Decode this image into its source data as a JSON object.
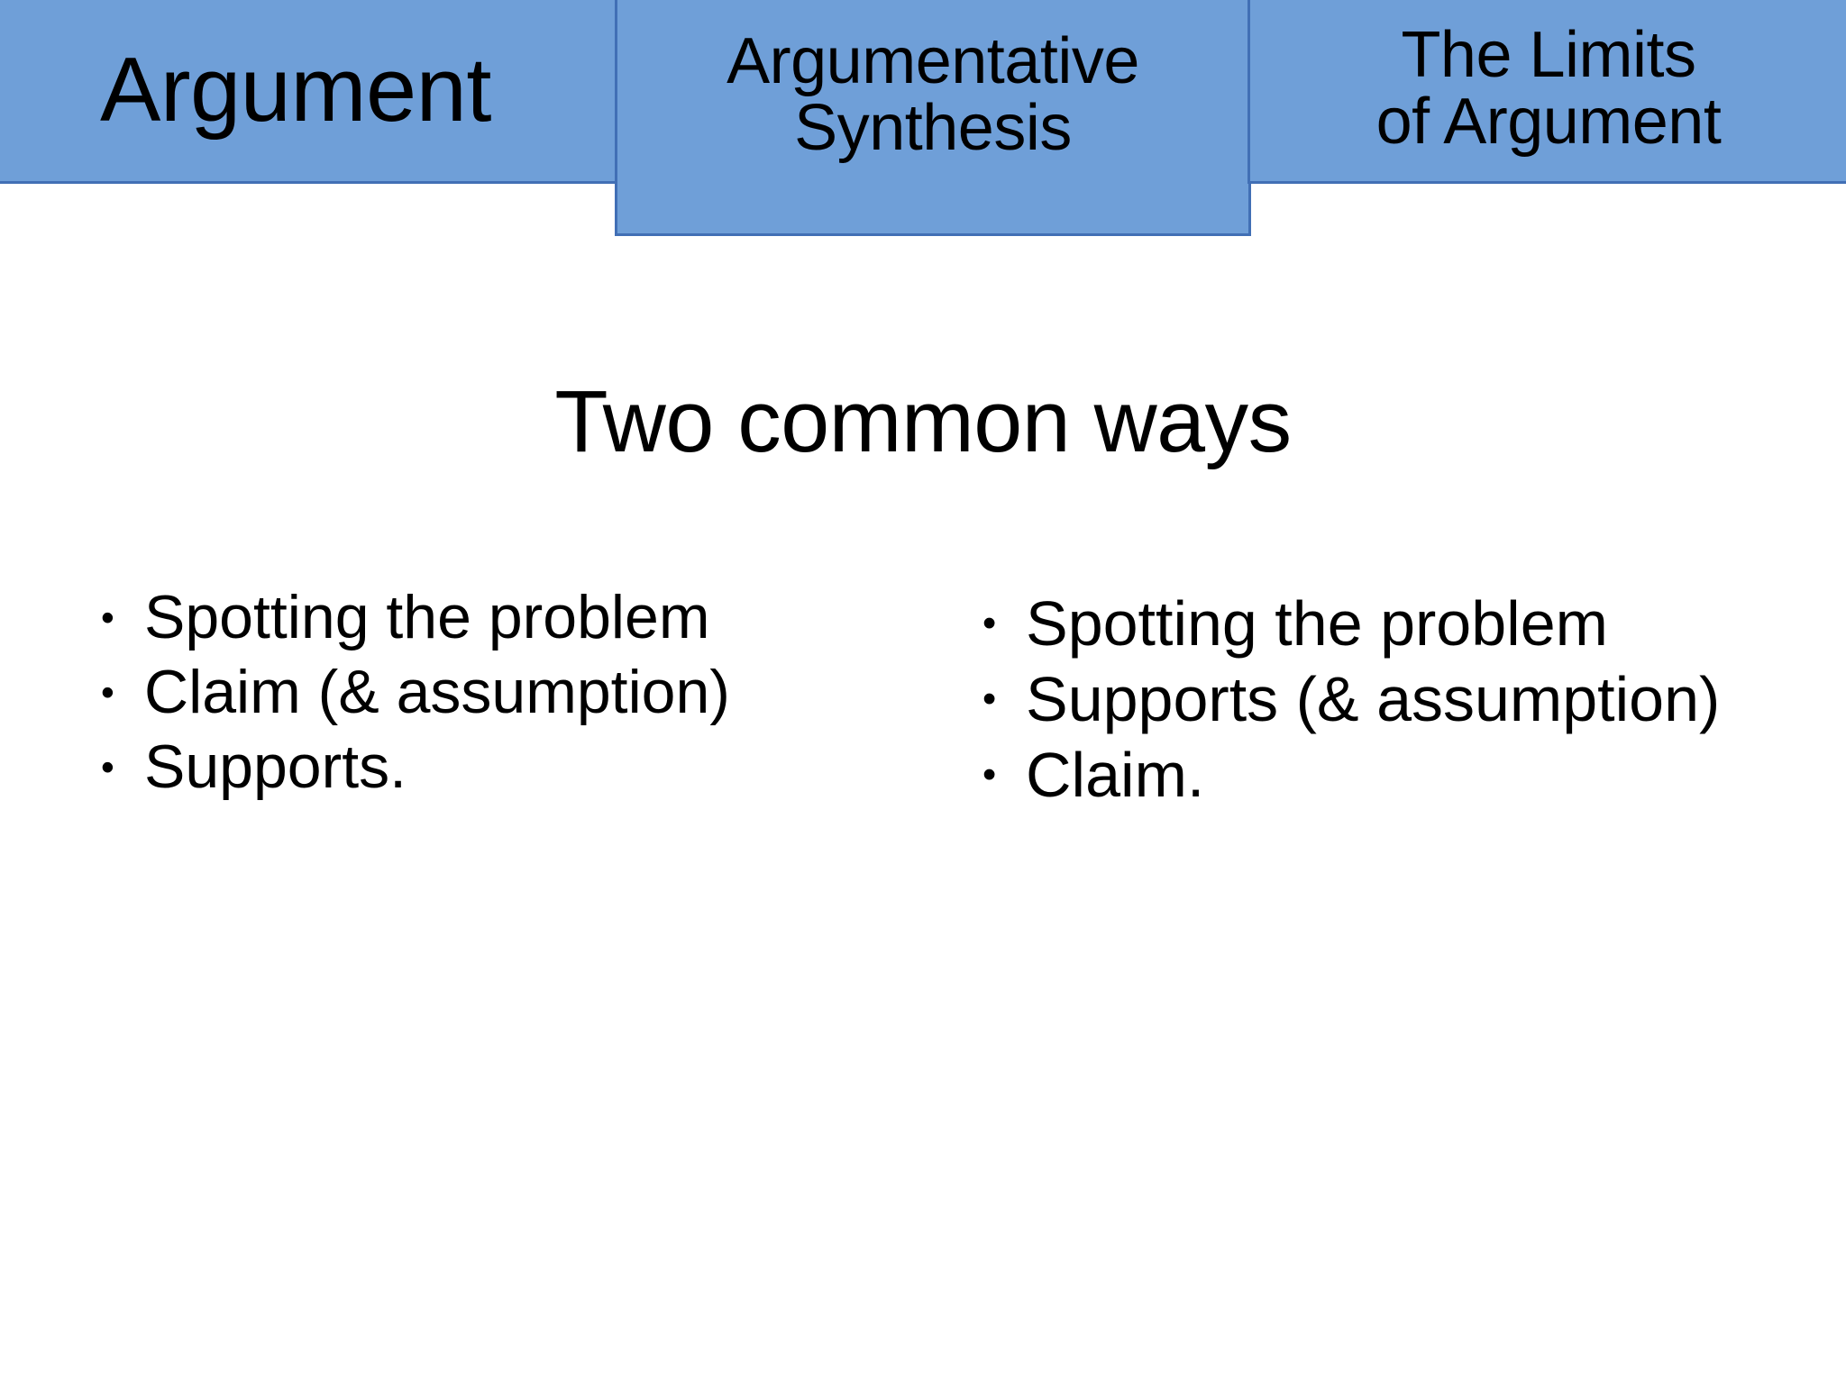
{
  "slide": {
    "background_color": "#ffffff",
    "accent_color": "#6f9fd8",
    "accent_border_color": "#416fb5",
    "text_color": "#000000",
    "title": "Two common ways"
  },
  "tab_bar": {
    "tabs": [
      {
        "name": "argument",
        "label": "Argument",
        "lines": [
          "Argument"
        ],
        "active": false
      },
      {
        "name": "argumentative-synthesis",
        "label": "Argumentative Synthesis",
        "lines": [
          "Argumentative",
          "Synthesis"
        ],
        "active": true
      },
      {
        "name": "limits-of-argument",
        "label": "The Limits of Argument",
        "lines": [
          "The Limits",
          "of Argument"
        ],
        "active": false
      }
    ]
  },
  "columns": {
    "left": {
      "bullet_glyph": "•",
      "items": [
        "Spotting the problem",
        "Claim (& assumption)",
        "Supports."
      ]
    },
    "right": {
      "bullet_glyph": "•",
      "items": [
        "Spotting the problem",
        "Supports (& assumption)",
        "Claim."
      ]
    }
  }
}
